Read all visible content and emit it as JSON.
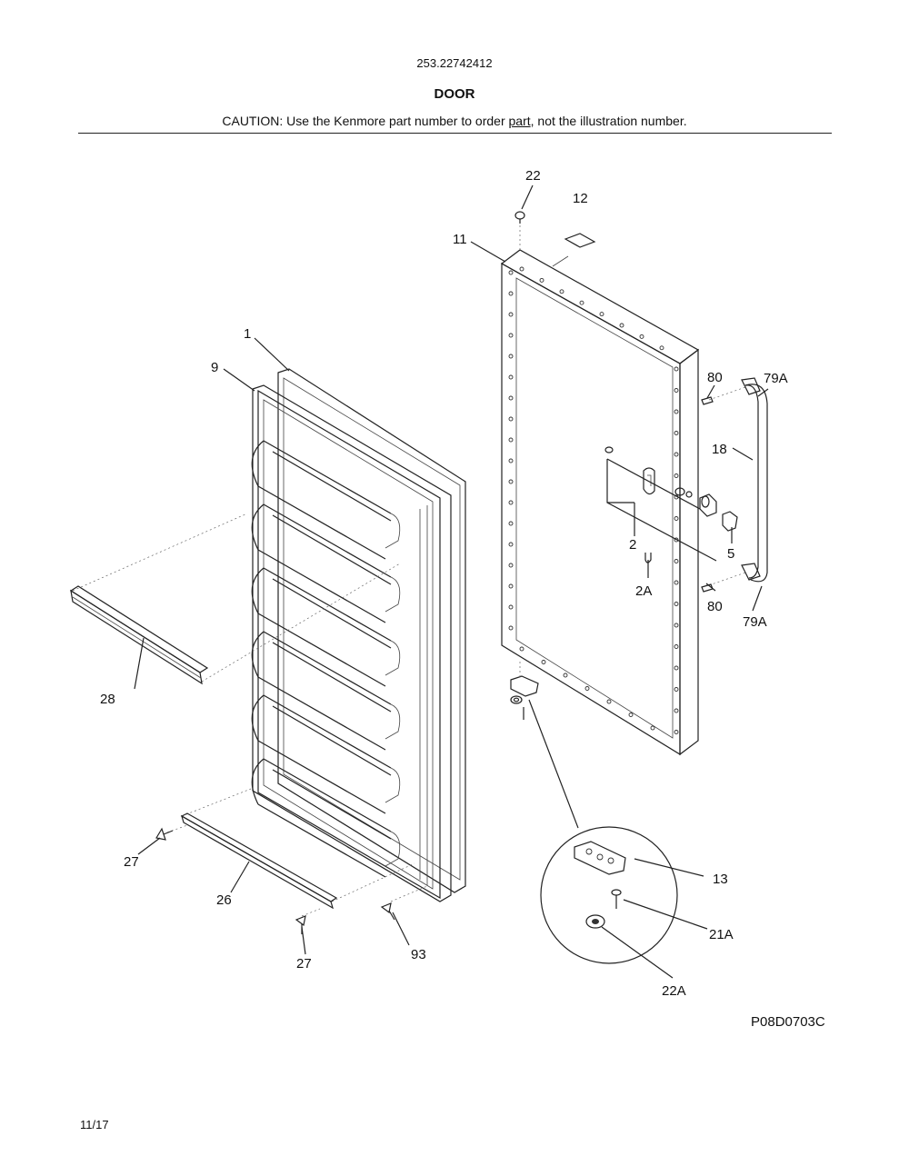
{
  "header": {
    "model_number": "253.22742412",
    "section_title": "DOOR",
    "caution_before": "CAUTION: Use the Kenmore part number to order ",
    "caution_link": "part",
    "caution_after": ", not the illustration number."
  },
  "callouts": [
    "22",
    "12",
    "11",
    "1",
    "9",
    "80",
    "79A",
    "18",
    "2",
    "5",
    "2A",
    "80",
    "79A",
    "28",
    "13",
    "27",
    "21A",
    "26",
    "93",
    "27",
    "22A"
  ],
  "figure_ref": "P08D0703C",
  "page_date": "11/17"
}
